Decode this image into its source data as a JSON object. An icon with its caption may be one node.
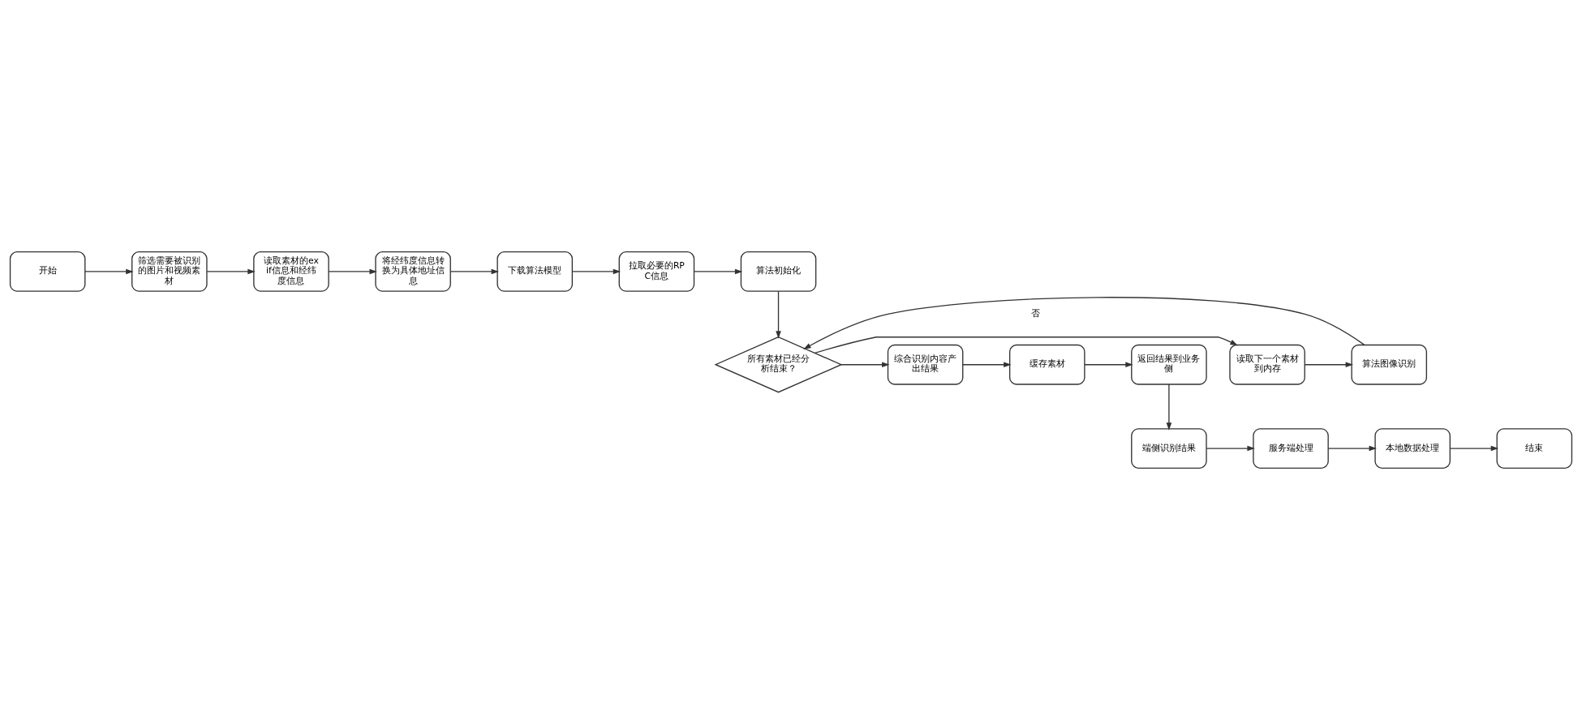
{
  "diagram": {
    "nodes": [
      {
        "text": [
          "开始"
        ]
      },
      {
        "text": [
          "筛选需要被识别的图片和视频素材"
        ]
      },
      {
        "text": [
          "读取素材的exif信息和经纬度信息"
        ]
      },
      {
        "text": [
          "将经纬度信息转换为具体地址信息"
        ]
      },
      {
        "text": [
          "下载算法模型"
        ]
      },
      {
        "text": [
          "拉取必要的RPC信息"
        ]
      },
      {
        "text": [
          "算法初始化"
        ]
      },
      {
        "text": [
          "所有素材已经分析结束？"
        ]
      },
      {
        "text": [
          "读取下一个素材到内存"
        ]
      },
      {
        "text": [
          "算法图像识别"
        ]
      },
      {
        "text": [
          "综合识别内容产出结果"
        ]
      },
      {
        "text": [
          "缓存素材"
        ]
      },
      {
        "text": [
          "返回结果到业务侧"
        ]
      },
      {
        "text": [
          "端侧识别结果"
        ]
      },
      {
        "text": [
          "服务端处理"
        ]
      },
      {
        "text": [
          "本地数据处理"
        ]
      },
      {
        "text": [
          "结束"
        ]
      }
    ],
    "edges": [
      {
        "from": 0,
        "to": 1,
        "arrow": "to"
      },
      {
        "from": 1,
        "to": 2,
        "arrow": "to"
      },
      {
        "from": 2,
        "to": 3,
        "arrow": "to"
      },
      {
        "from": 3,
        "to": 4,
        "arrow": "to"
      },
      {
        "from": 4,
        "to": 5,
        "arrow": "to"
      },
      {
        "from": 5,
        "to": 6,
        "arrow": "to"
      },
      {
        "from": 6,
        "to": 7,
        "arrow": "to"
      },
      {
        "from": 7,
        "to": 8,
        "arrow": "to",
        "label": "否"
      },
      {
        "from": 8,
        "to": 9,
        "arrow": "to"
      },
      {
        "from": 9,
        "to": 7,
        "arrow": "to"
      },
      {
        "from": 7,
        "to": 10,
        "arrow": "to"
      },
      {
        "from": 10,
        "to": 11,
        "arrow": "to"
      },
      {
        "from": 11,
        "to": 12,
        "arrow": "to"
      },
      {
        "from": 12,
        "to": 13,
        "arrow": "to"
      },
      {
        "from": 13,
        "to": 14,
        "arrow": "to"
      },
      {
        "from": 14,
        "to": 15,
        "arrow": "to"
      },
      {
        "from": 15,
        "to": 16,
        "arrow": "to"
      }
    ]
  }
}
